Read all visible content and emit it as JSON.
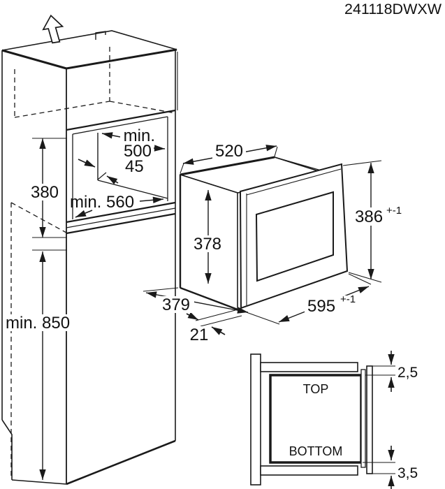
{
  "title": "241118DWXW",
  "colors": {
    "ink": "#1a1a1a",
    "bg": "#ffffff"
  },
  "cabinet": {
    "niche_depth_label_1": "min.",
    "niche_depth_label_2": "500",
    "back_gap": "45",
    "niche_height": "380",
    "niche_width": "min. 560",
    "floor_height": "min. 850"
  },
  "microwave": {
    "body_width": "520",
    "body_height": "378",
    "front_height": "386",
    "front_height_tol": "+-1",
    "front_width": "595",
    "front_width_tol": "+-1",
    "depth": "379",
    "door_offset": "21"
  },
  "detail": {
    "top_label": "TOP",
    "bottom_label": "BOTTOM",
    "top_overhang": "2,5",
    "bottom_overhang": "3,5"
  }
}
